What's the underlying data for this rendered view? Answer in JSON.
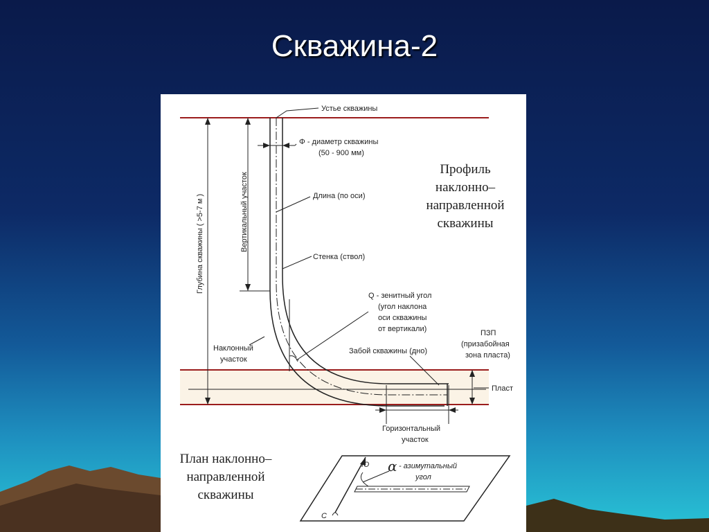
{
  "slide": {
    "title": "Скважина-2"
  },
  "diagram": {
    "labels": {
      "wellhead": "Устье скважины",
      "diameter_1": "Φ - диаметр скважины",
      "diameter_2": "(50 - 900 мм)",
      "length": "Длина (по оси)",
      "wall": "Стенка (ствол)",
      "zenith_1": "Q - зенитный угол",
      "zenith_2": "(угол наклона",
      "zenith_3": "оси скважины",
      "zenith_4": "от вертикали)",
      "bottom": "Забой скважины (дно)",
      "pzp_1": "ПЗП",
      "pzp_2": "(призабойная",
      "pzp_3": "зона пласта)",
      "layer": "Пласт",
      "horizontal_1": "Горизонтальный",
      "horizontal_2": "участок",
      "inclined_1": "Наклонный",
      "inclined_2": "участок",
      "vertical_section": "Вертикальный участок",
      "depth": "Глубина скважины ( >5-7 м )"
    },
    "profile_title": [
      "Профиль",
      "наклонно–",
      "направленной",
      "скважины"
    ],
    "plan_title": [
      "План наклонно–",
      "направленной",
      "скважины"
    ],
    "plan": {
      "south": "Ю",
      "north": "С",
      "alpha": "α",
      "azimuth_1": "- азимутальный",
      "azimuth_2": "угол"
    }
  }
}
